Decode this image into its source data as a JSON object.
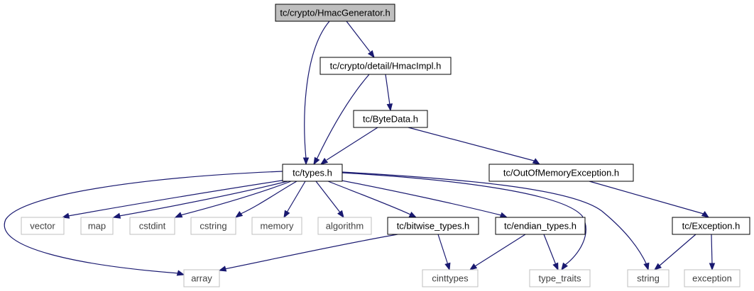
{
  "diagram": {
    "nodes": [
      {
        "id": "root",
        "label": "tc/crypto/HmacGenerator.h",
        "kind": "root"
      },
      {
        "id": "hmacimpl",
        "label": "tc/crypto/detail/HmacImpl.h",
        "kind": "file"
      },
      {
        "id": "bytedata",
        "label": "tc/ByteData.h",
        "kind": "file"
      },
      {
        "id": "types",
        "label": "tc/types.h",
        "kind": "file"
      },
      {
        "id": "oom",
        "label": "tc/OutOfMemoryException.h",
        "kind": "file"
      },
      {
        "id": "vector",
        "label": "vector",
        "kind": "system"
      },
      {
        "id": "map",
        "label": "map",
        "kind": "system"
      },
      {
        "id": "cstdint",
        "label": "cstdint",
        "kind": "system"
      },
      {
        "id": "cstring",
        "label": "cstring",
        "kind": "system"
      },
      {
        "id": "memory",
        "label": "memory",
        "kind": "system"
      },
      {
        "id": "algorithm",
        "label": "algorithm",
        "kind": "system"
      },
      {
        "id": "bitwise",
        "label": "tc/bitwise_types.h",
        "kind": "file"
      },
      {
        "id": "endian",
        "label": "tc/endian_types.h",
        "kind": "file"
      },
      {
        "id": "exception_h",
        "label": "tc/Exception.h",
        "kind": "file"
      },
      {
        "id": "array",
        "label": "array",
        "kind": "system"
      },
      {
        "id": "cinttypes",
        "label": "cinttypes",
        "kind": "system"
      },
      {
        "id": "type_traits",
        "label": "type_traits",
        "kind": "system"
      },
      {
        "id": "string",
        "label": "string",
        "kind": "system"
      },
      {
        "id": "exception",
        "label": "exception",
        "kind": "system"
      }
    ],
    "edges": [
      {
        "from": "root",
        "to": "types"
      },
      {
        "from": "root",
        "to": "hmacimpl"
      },
      {
        "from": "hmacimpl",
        "to": "types"
      },
      {
        "from": "hmacimpl",
        "to": "bytedata"
      },
      {
        "from": "bytedata",
        "to": "types"
      },
      {
        "from": "bytedata",
        "to": "oom"
      },
      {
        "from": "types",
        "to": "vector"
      },
      {
        "from": "types",
        "to": "map"
      },
      {
        "from": "types",
        "to": "cstdint"
      },
      {
        "from": "types",
        "to": "cstring"
      },
      {
        "from": "types",
        "to": "memory"
      },
      {
        "from": "types",
        "to": "algorithm"
      },
      {
        "from": "types",
        "to": "bitwise"
      },
      {
        "from": "types",
        "to": "endian"
      },
      {
        "from": "types",
        "to": "array"
      },
      {
        "from": "types",
        "to": "type_traits"
      },
      {
        "from": "types",
        "to": "string"
      },
      {
        "from": "oom",
        "to": "exception_h"
      },
      {
        "from": "bitwise",
        "to": "array"
      },
      {
        "from": "bitwise",
        "to": "cinttypes"
      },
      {
        "from": "endian",
        "to": "cinttypes"
      },
      {
        "from": "endian",
        "to": "type_traits"
      },
      {
        "from": "exception_h",
        "to": "string"
      },
      {
        "from": "exception_h",
        "to": "exception"
      }
    ]
  }
}
